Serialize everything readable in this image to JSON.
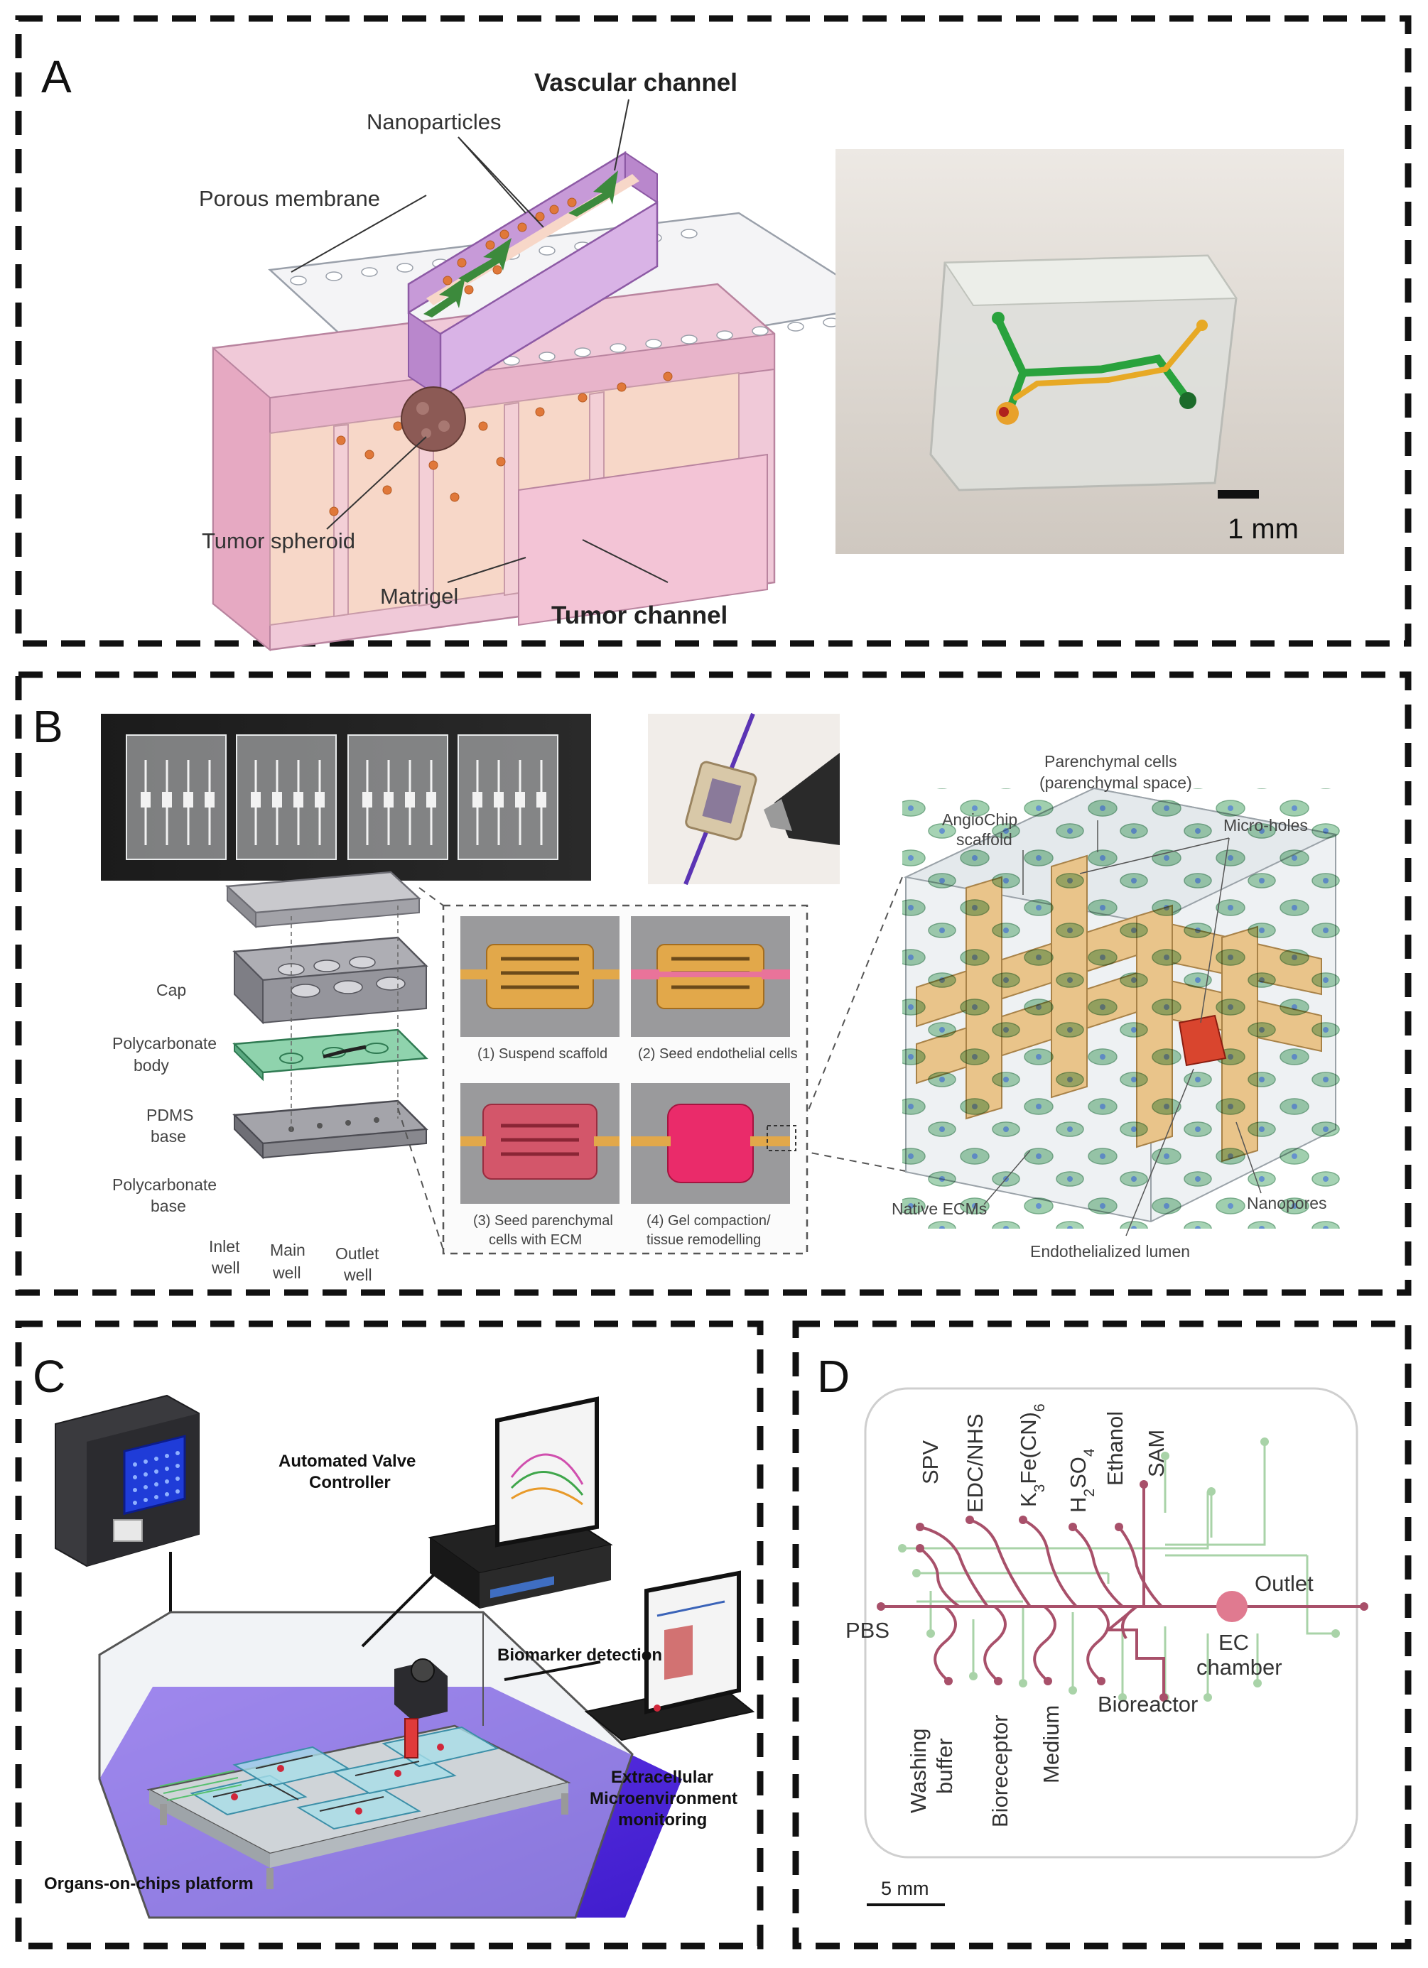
{
  "panels": {
    "a": {
      "letter": "A",
      "labels": {
        "vascular_channel": "Vascular channel",
        "nanoparticles": "Nanoparticles",
        "porous_membrane": "Porous membrane",
        "tumor_spheroid": "Tumor spheroid",
        "matrigel": "Matrigel",
        "tumor_channel": "Tumor channel"
      },
      "scale_bar": "1 mm"
    },
    "b": {
      "letter": "B",
      "stack_labels": {
        "cap": "Cap",
        "polycarbonate_body_1": "Polycarbonate",
        "polycarbonate_body_2": "body",
        "pdms_base_1": "PDMS",
        "pdms_base_2": "base",
        "polycarbonate_base_1": "Polycarbonate",
        "polycarbonate_base_2": "base",
        "inlet_1": "Inlet",
        "inlet_2": "well",
        "main_1": "Main",
        "main_2": "well",
        "outlet_1": "Outlet",
        "outlet_2": "well"
      },
      "steps": {
        "s1": "(1) Suspend scaffold",
        "s2": "(2) Seed endothelial cells",
        "s3_1": "(3) Seed parenchymal",
        "s3_2": "cells with ECM",
        "s4_1": "(4) Gel compaction/",
        "s4_2": "tissue remodelling"
      },
      "scaffold_labels": {
        "parenchymal_1": "Parenchymal cells",
        "parenchymal_2": "(parenchymal space)",
        "angiochip_1": "AngioChip",
        "angiochip_2": "scaffold",
        "micro_holes": "Micro-holes",
        "native_ecms": "Native ECMs",
        "nanopores": "Nanopores",
        "lumen": "Endothelialized lumen"
      }
    },
    "c": {
      "letter": "C",
      "labels": {
        "valve_1": "Automated Valve",
        "valve_2": "Controller",
        "biomarker": "Biomarker detection",
        "extracellular_1": "Extracellular",
        "extracellular_2": "Microenvironment",
        "extracellular_3": "monitoring",
        "platform": "Organs-on-chips platform"
      }
    },
    "d": {
      "letter": "D",
      "labels": {
        "spv": "SPV",
        "edc": "EDC/NHS",
        "k3_base": "K",
        "k3_sub": "3",
        "k3_mid": "Fe(CN)",
        "k3_sub2": "6",
        "h2_base": "H",
        "h2_sub": "2",
        "h2_mid": "SO",
        "h2_sub2": "4",
        "ethanol": "Ethanol",
        "sam": "SAM",
        "outlet": "Outlet",
        "pbs": "PBS",
        "ec_1": "EC",
        "ec_2": "chamber",
        "bioreactor": "Bioreactor",
        "washing_1": "Washing",
        "washing_2": "buffer",
        "bioreceptor": "Bioreceptor",
        "medium": "Medium"
      },
      "scale_bar": "5 mm",
      "colors": {
        "channel": "#a8506a",
        "control": "#a9d3a8",
        "chamber": "#e07a90"
      }
    }
  }
}
